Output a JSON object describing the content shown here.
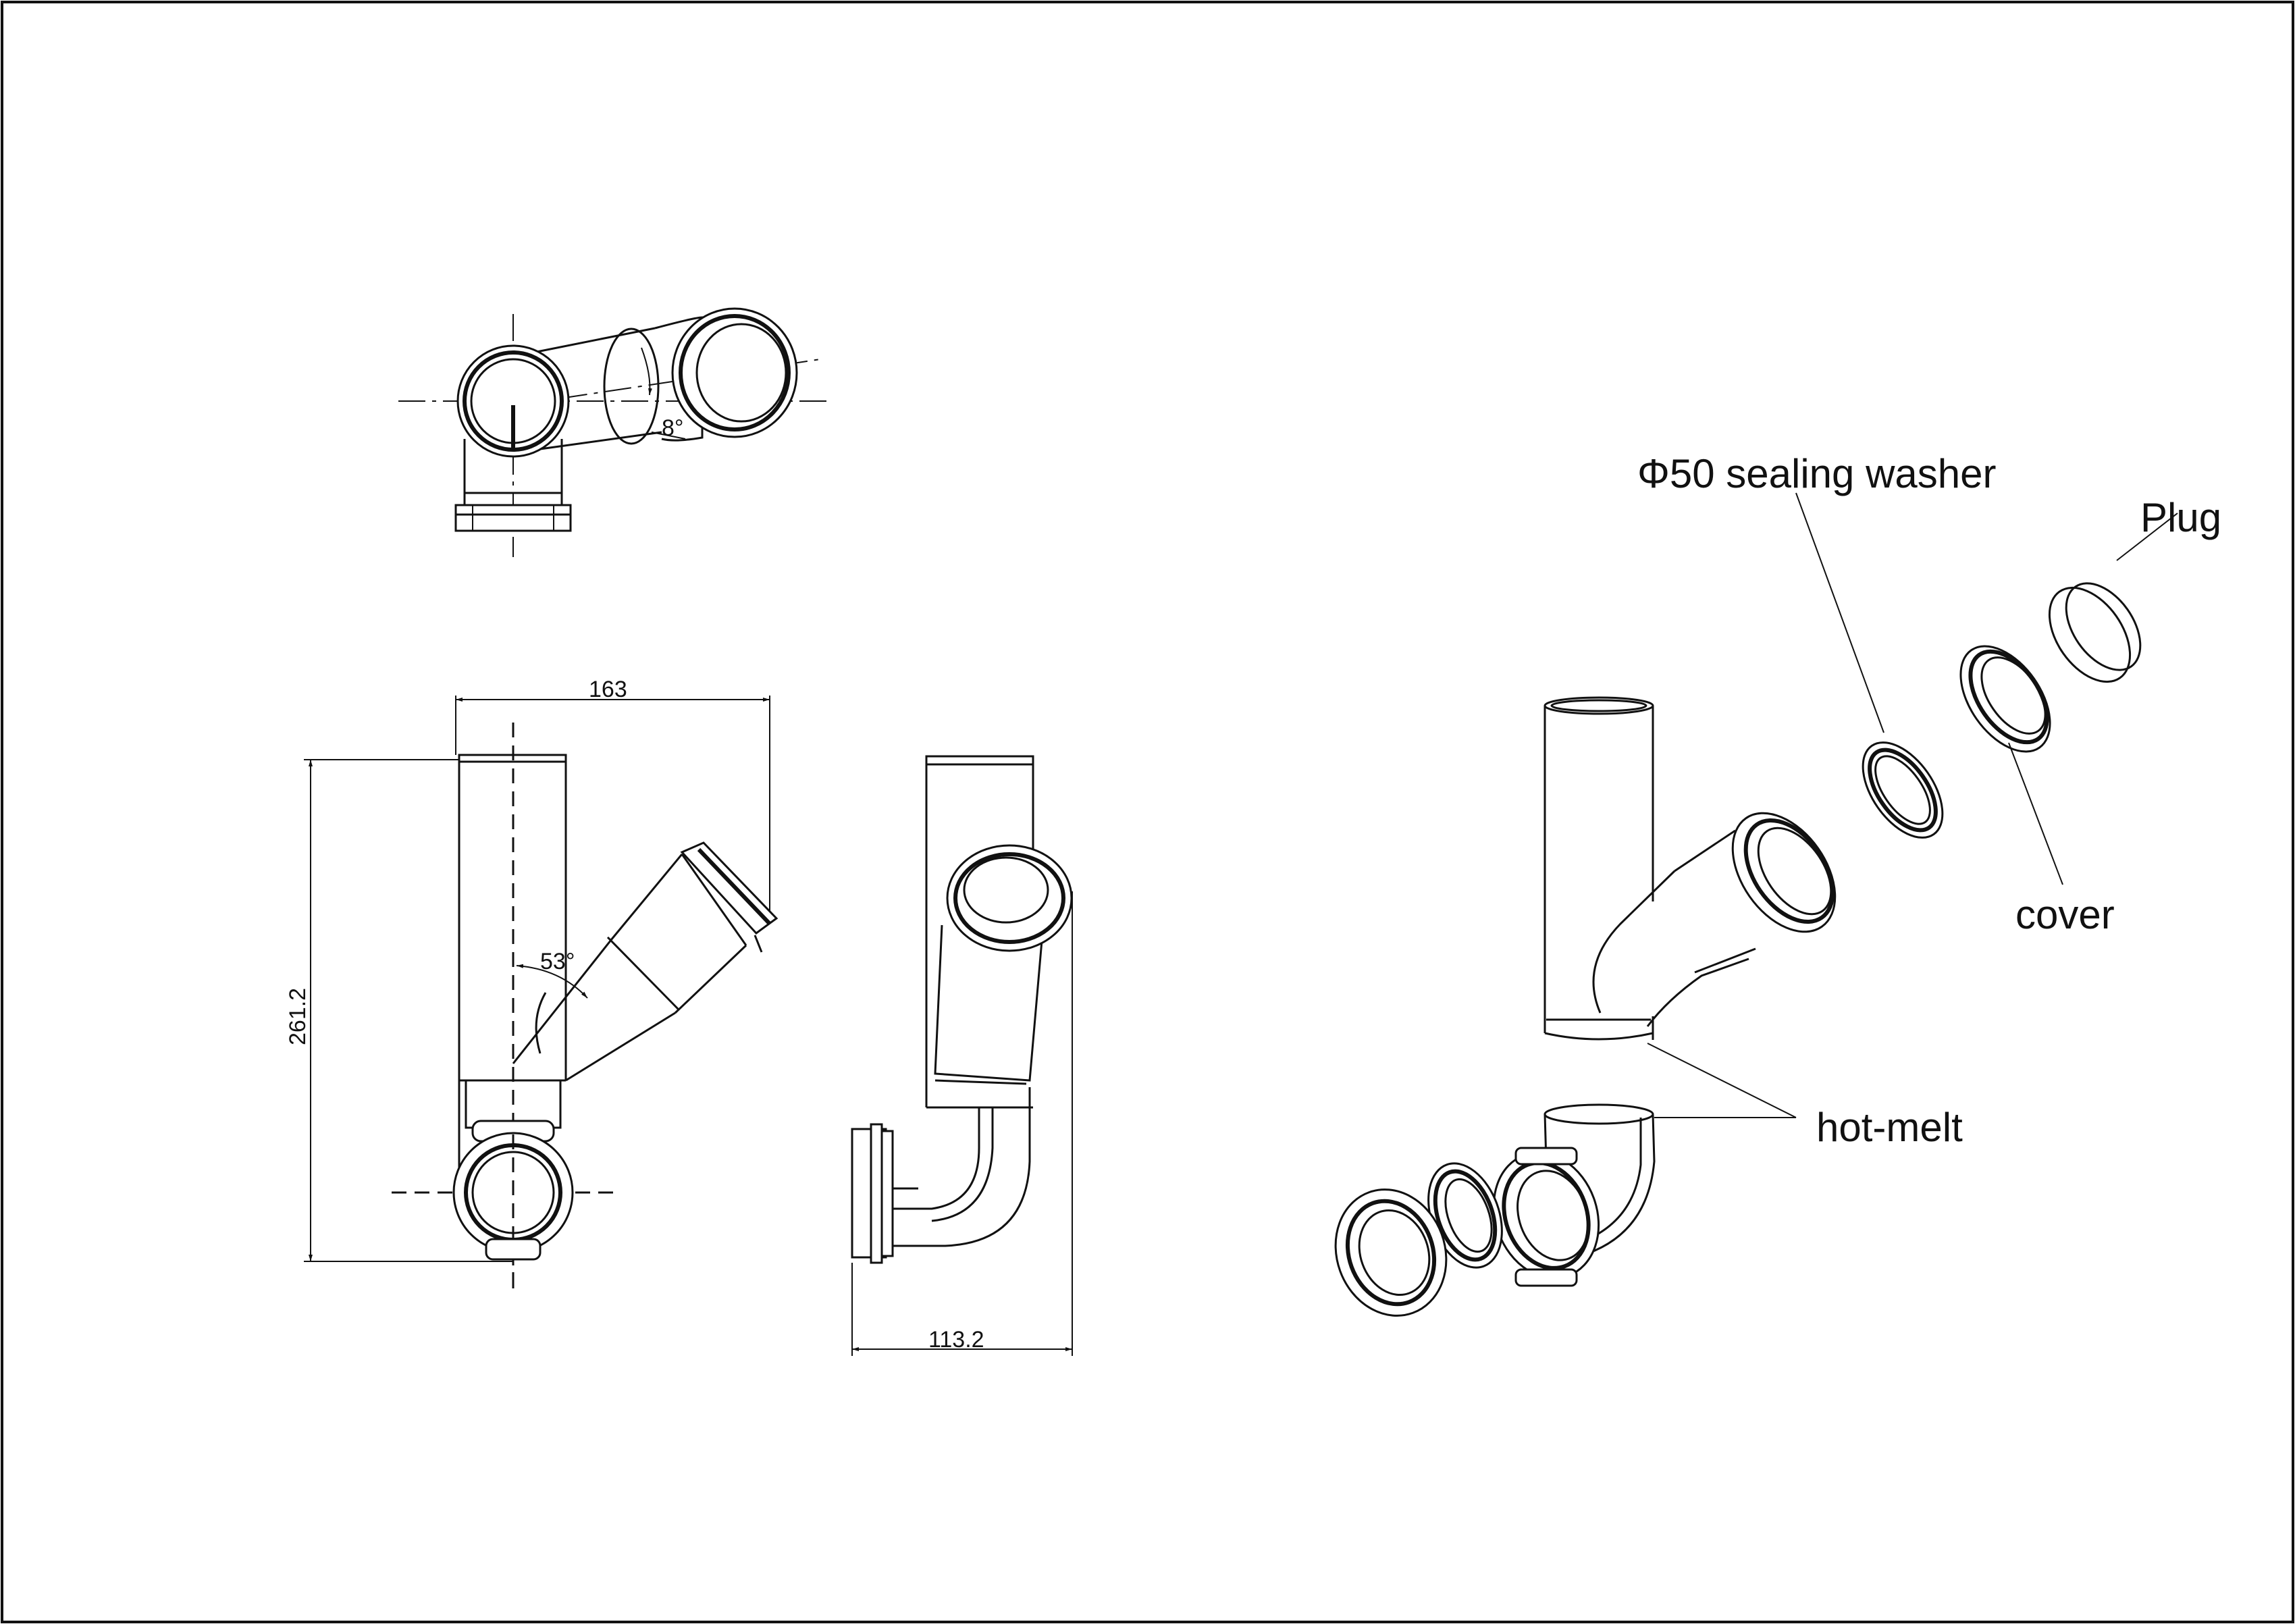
{
  "dimensions": {
    "width": "163",
    "height": "261.2",
    "depth": "113.2",
    "angle_branch": "53°",
    "angle_top": "8°"
  },
  "labels": {
    "sealing_washer": "Φ50 sealing washer",
    "plug": "Plug",
    "cover": "cover",
    "hot_melt": "hot-melt"
  }
}
